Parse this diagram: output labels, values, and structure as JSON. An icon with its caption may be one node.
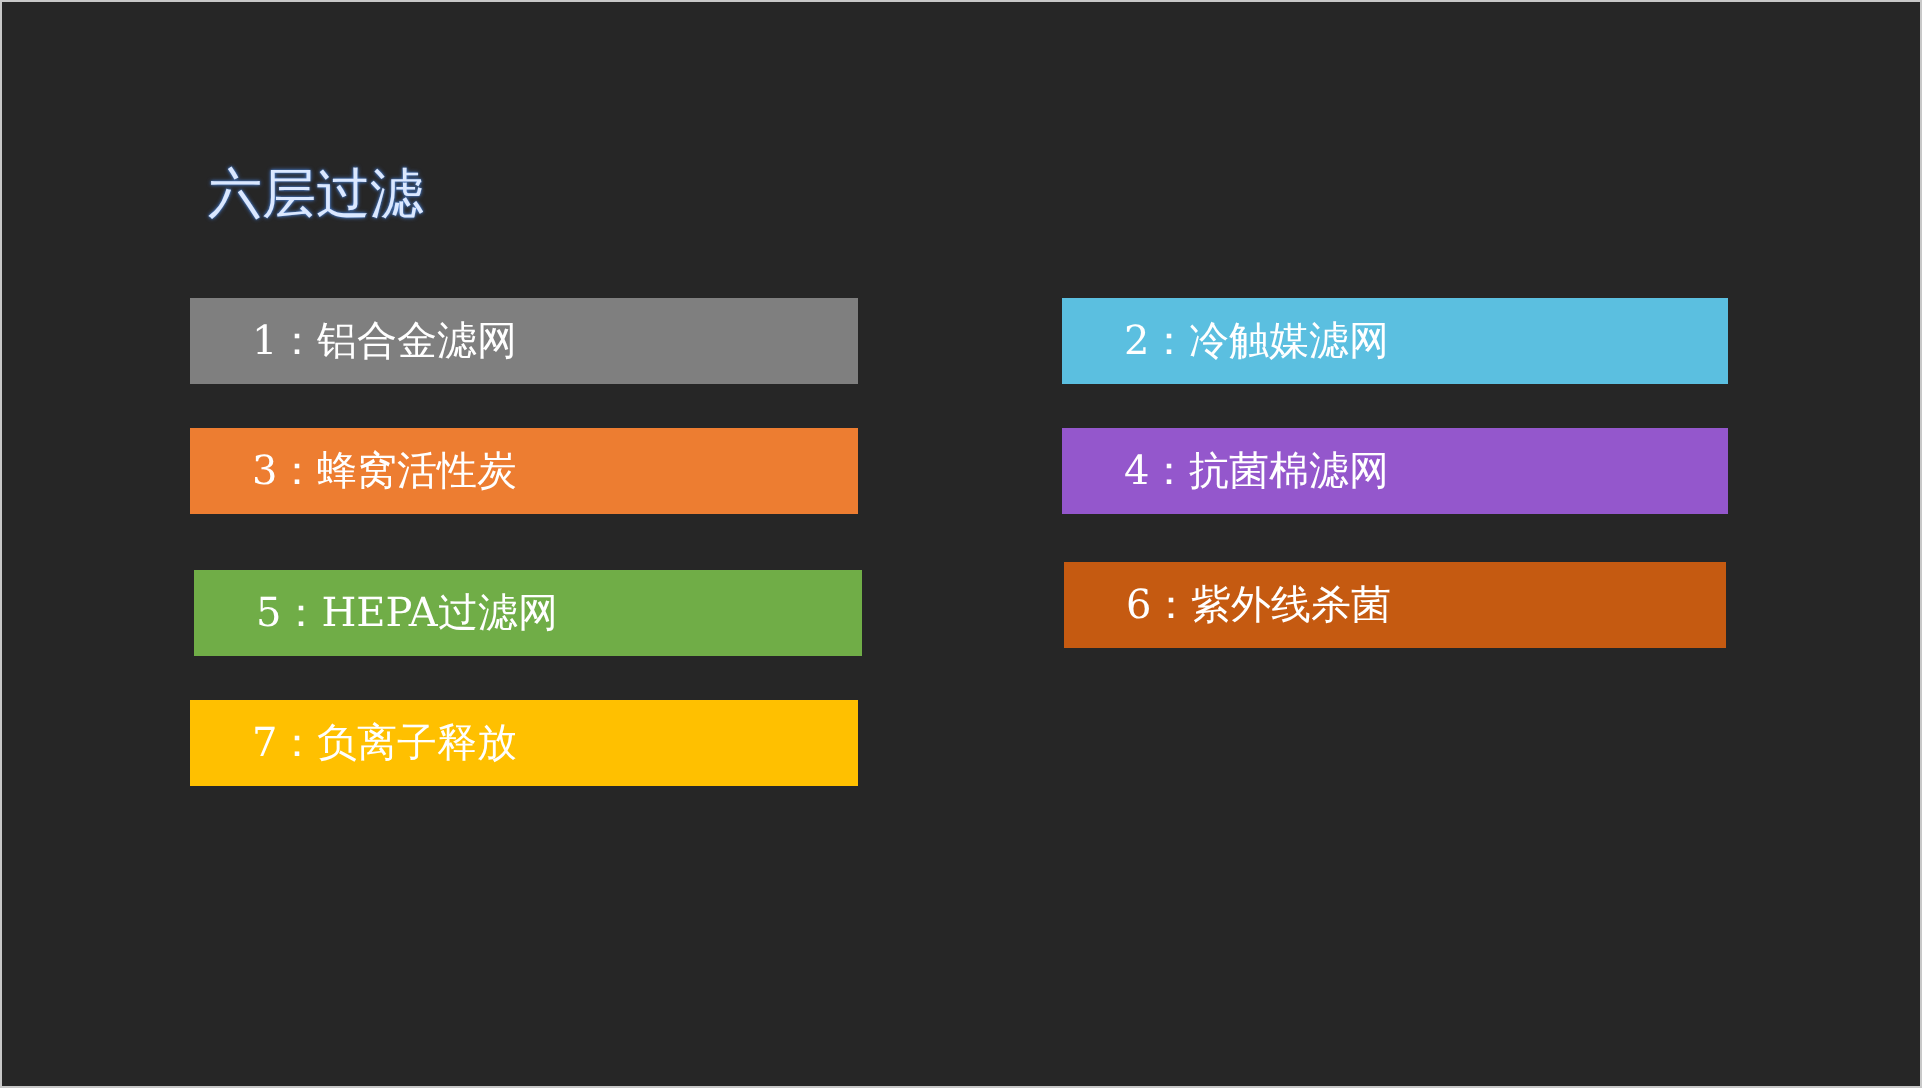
{
  "diagram": {
    "title": "六层过滤",
    "nodes": [
      {
        "text": [
          "1：铝合金滤网"
        ]
      },
      {
        "text": [
          "2：冷触媒滤网"
        ]
      },
      {
        "text": [
          "3：蜂窝活性炭"
        ]
      },
      {
        "text": [
          "4：抗菌棉滤网"
        ]
      },
      {
        "text": [
          "5：HEPA过滤网"
        ]
      },
      {
        "text": [
          "6：紫外线杀菌"
        ]
      },
      {
        "text": [
          "7：负离子释放"
        ]
      }
    ],
    "edges": []
  }
}
